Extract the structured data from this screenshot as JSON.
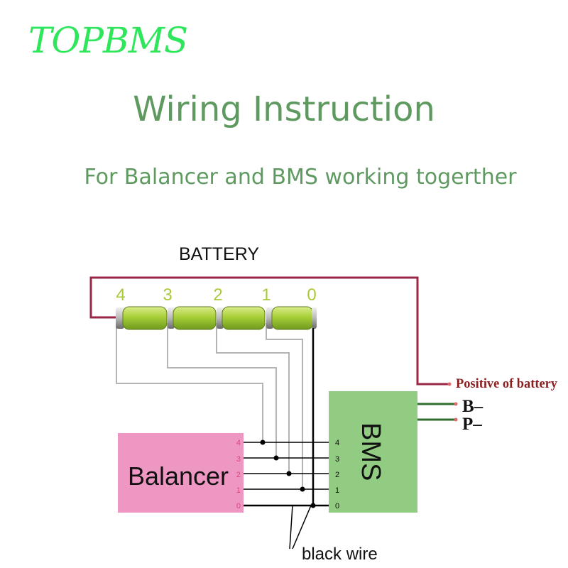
{
  "brand": "TOPBMS",
  "title": "Wiring Instruction",
  "subtitle": "For Balancer and BMS working togerther",
  "battery": {
    "label": "BATTERY",
    "cell_numbers": [
      "4",
      "3",
      "2",
      "1",
      "0"
    ]
  },
  "balancer": {
    "label": "Balancer",
    "pins": [
      "4",
      "3",
      "2",
      "1",
      "0"
    ]
  },
  "bms": {
    "label": "BMS",
    "pins": [
      "4",
      "3",
      "2",
      "1",
      "0"
    ]
  },
  "outputs": {
    "positive": "Positive of battery",
    "b_minus": "B–",
    "p_minus": "P–"
  },
  "black_wire_label": "black wire",
  "colors": {
    "brand": "#2ee65a",
    "heading": "#5e9a60",
    "cell_number": "#a9c83a",
    "positive_wire": "#9b2746",
    "bms_box": "#92cc82",
    "balancer_box": "#ef97c3",
    "balance_wire": "#b4b4b4"
  }
}
